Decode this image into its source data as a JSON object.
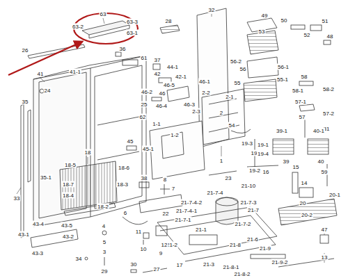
{
  "diagram": {
    "labels": [
      "63",
      "63-2",
      "63-3",
      "63-1",
      "28",
      "32",
      "49",
      "50",
      "51",
      "53",
      "52",
      "48",
      "26",
      "36",
      "61",
      "37",
      "44-1",
      "56-2",
      "56",
      "56-1",
      "55-1",
      "55",
      "58",
      "58-1",
      "58-2",
      "41",
      "41-1",
      "42",
      "42-1",
      "46-1",
      "46-5",
      "2-2",
      "2-1",
      "24",
      "46-2",
      "46",
      "25",
      "46-4",
      "46-3",
      "35",
      "57-1",
      "57-2",
      "57",
      "2-3",
      "2",
      "62",
      "1-1",
      "1-2",
      "54",
      "31",
      "39-1",
      "40-1",
      "45",
      "19-3",
      "19-1",
      "19",
      "19-4",
      "45-1",
      "18",
      "1",
      "39",
      "40",
      "18-5",
      "18-6",
      "19-2",
      "15",
      "23",
      "16",
      "59",
      "35-1",
      "38",
      "8",
      "18-7",
      "18-3",
      "14",
      "21-10",
      "7",
      "21-7-4",
      "20-1",
      "33",
      "18-4",
      "21-7-4-2",
      "21-7-3",
      "20",
      "18-2",
      "21-7-4-1",
      "21-7",
      "6",
      "22",
      "20-2",
      "21-7-1",
      "21-7-2",
      "43-4",
      "43-5",
      "4",
      "47",
      "21-1",
      "11",
      "43-1",
      "43-2",
      "5",
      "21-6",
      "21-2",
      "12",
      "21-8",
      "21-9",
      "10",
      "9",
      "43-3",
      "3",
      "34",
      "13",
      "21-3",
      "21-9-2",
      "30",
      "17",
      "29",
      "27",
      "21-8-1",
      "21-8-2"
    ]
  }
}
